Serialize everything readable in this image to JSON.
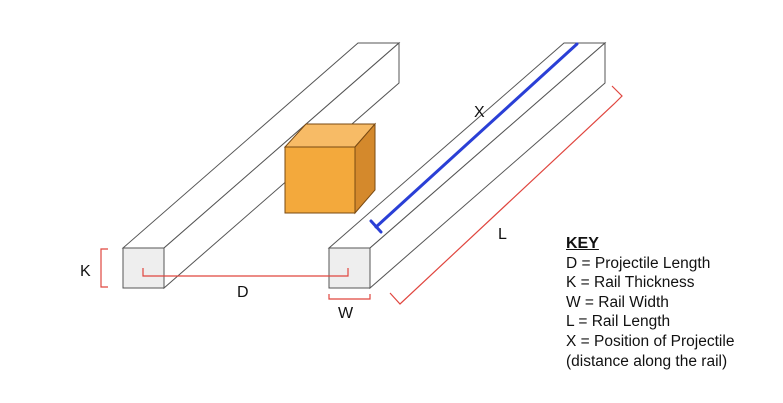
{
  "colors": {
    "rail_stroke": "#555555",
    "rail_end_fill": "#eeeeee",
    "projectile_front": "#f3a93c",
    "projectile_top": "#f7bb66",
    "projectile_side": "#d4892c",
    "position_line": "#2a3fd6",
    "dimension_marker": "#e0463f"
  },
  "labels": {
    "x": "X",
    "l": "L",
    "k": "K",
    "d": "D",
    "w": "W"
  },
  "key": {
    "title": "KEY",
    "items": [
      "D = Projectile Length",
      "K = Rail Thickness",
      "W = Rail Width",
      "L = Rail Length",
      "X = Position of Projectile",
      "(distance along the rail)"
    ]
  }
}
